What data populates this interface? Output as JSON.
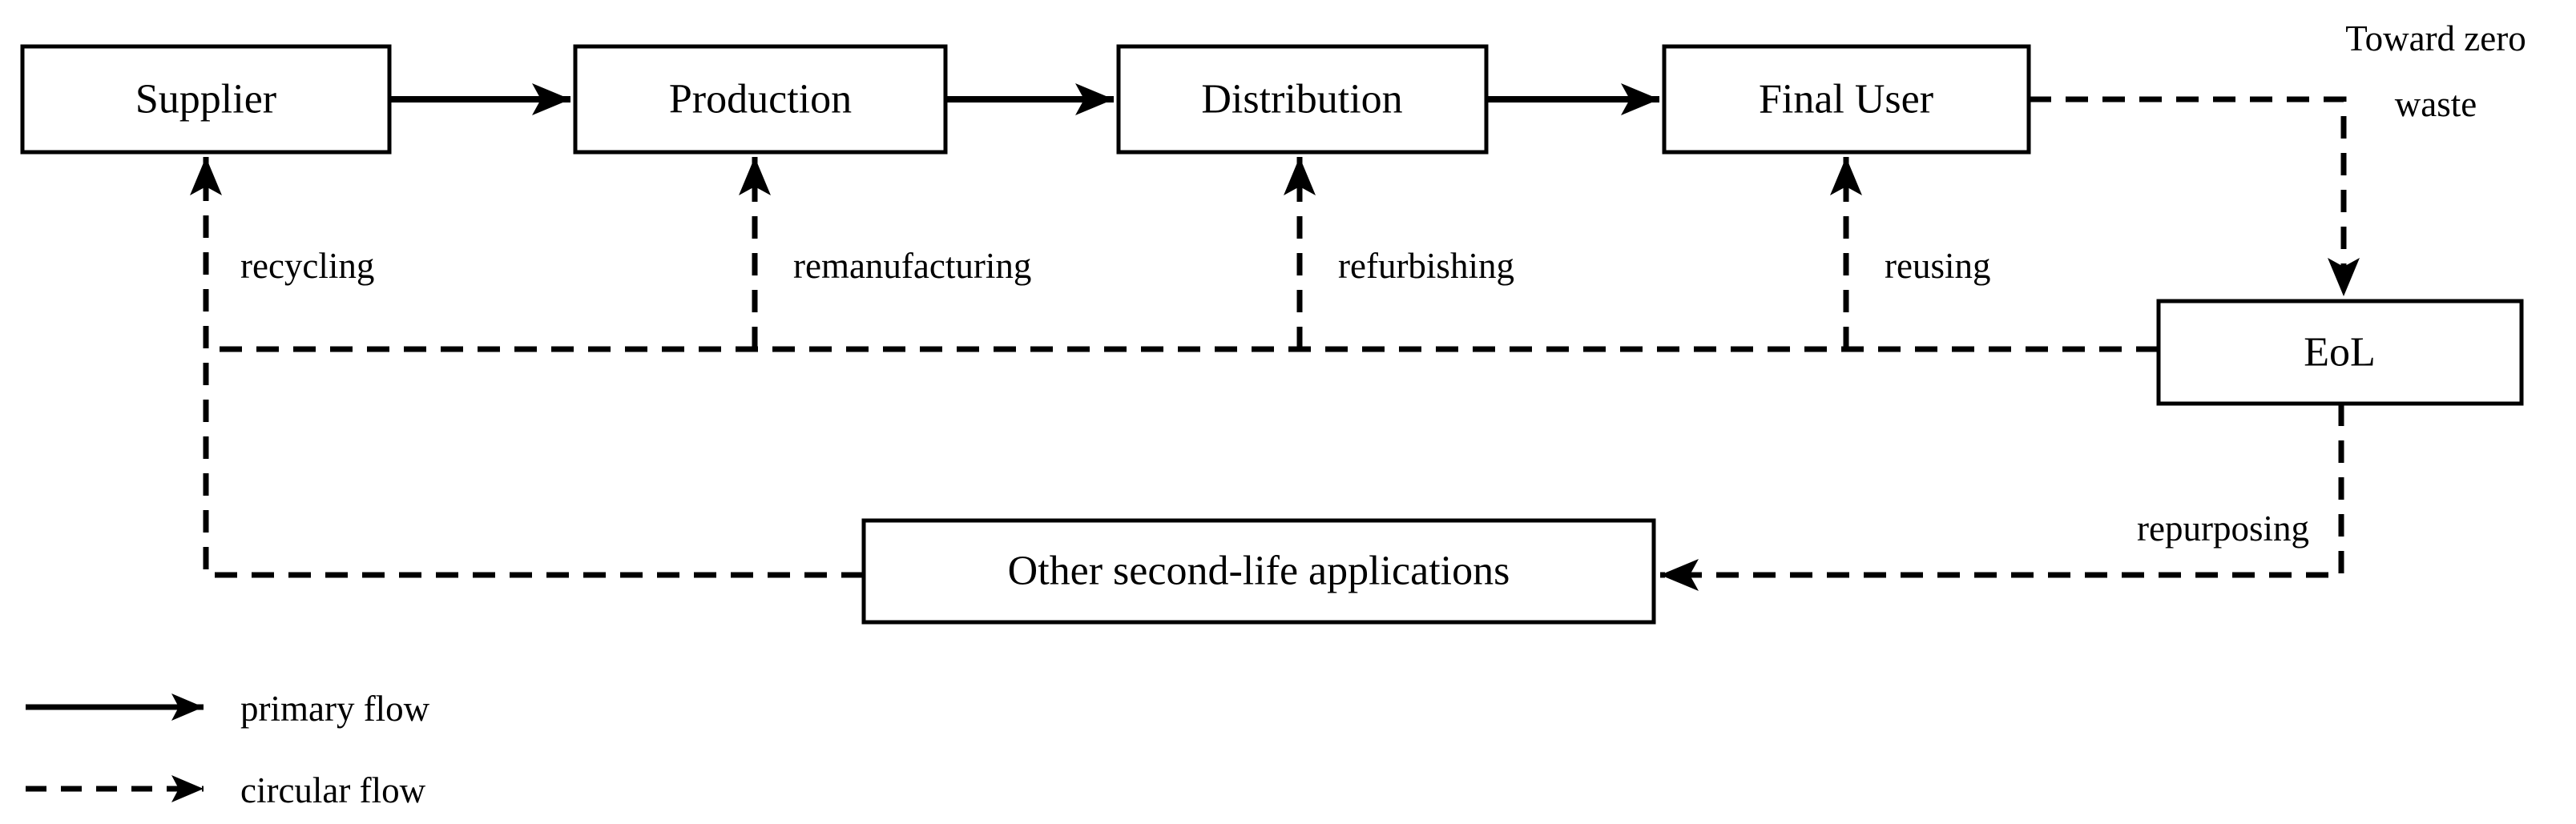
{
  "diagram": {
    "title_hint": "circular economy flow diagram",
    "colors": {
      "ink": "#000000",
      "background": "#ffffff"
    },
    "boxes": [
      {
        "id": "supplier",
        "label": "Supplier"
      },
      {
        "id": "production",
        "label": "Production"
      },
      {
        "id": "distribution",
        "label": "Distribution"
      },
      {
        "id": "final-user",
        "label": "Final User"
      },
      {
        "id": "eol",
        "label": "EoL"
      },
      {
        "id": "second-life",
        "label": "Other second-life applications"
      }
    ],
    "flow_labels": {
      "recycling": "recycling",
      "remanufacturing": "remanufacturing",
      "refurbishing": "refurbishing",
      "reusing": "reusing",
      "repurposing": "repurposing"
    },
    "annotation": {
      "full": "Toward zero waste",
      "lines": [
        "Toward zero",
        "waste"
      ]
    },
    "legend": [
      {
        "style": "solid",
        "label": "primary flow"
      },
      {
        "style": "dashed",
        "label": "circular flow"
      }
    ]
  }
}
